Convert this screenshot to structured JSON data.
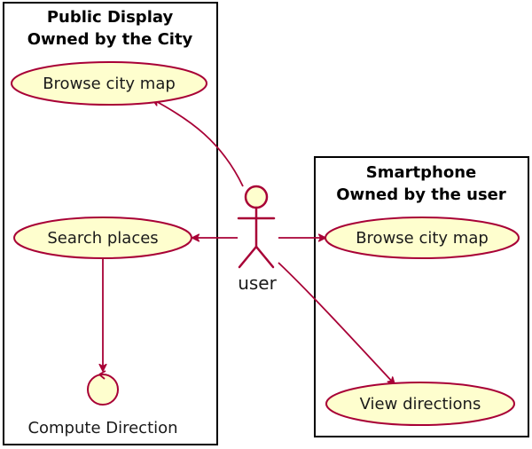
{
  "boundaries": {
    "public": {
      "title_line1": "Public Display",
      "title_line2": "Owned by the City"
    },
    "smartphone": {
      "title_line1": "Smartphone",
      "title_line2": "Owned by the user"
    }
  },
  "usecases": {
    "public_browse": "Browse city map",
    "search": "Search places",
    "phone_browse": "Browse city map",
    "directions": "View directions"
  },
  "control": {
    "label": "Compute Direction"
  },
  "actor": {
    "label": "user"
  },
  "colors": {
    "usecase_fill": "#FEFECE",
    "border_accent": "#A80036",
    "boundary_border": "#000000"
  }
}
